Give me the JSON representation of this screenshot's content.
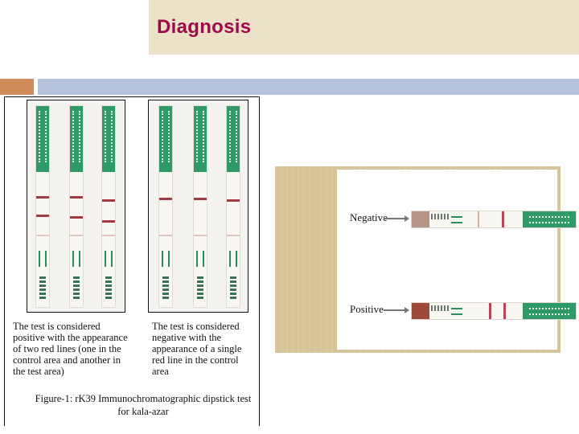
{
  "slide": {
    "title": "Diagnosis"
  },
  "figure1": {
    "positive_caption": "The test is considered positive with the appearance of two red lines (one in the control area and another in the test area)",
    "negative_caption": "The test is considered negative with the appearance of a single red line in the control area",
    "caption": "Figure-1: rK39 Immunochromatographic dipstick test for kala-azar",
    "strip_brand_text": "Leish Leish Leish",
    "strip_sample_text": "SAMPLE"
  },
  "figure2": {
    "negative_label": "Negative",
    "positive_label": "Positive",
    "strip_brand_text": "Leish Leish Leish",
    "strip_sample_text": "SAMPLE"
  },
  "colors": {
    "title": "#9c0a4c",
    "title_bar": "#ece2c7",
    "accent_orange": "#d08a5c",
    "accent_blue": "#b4c4dd",
    "strip_green": "#2f9a68",
    "line_red": "#b5455a"
  }
}
